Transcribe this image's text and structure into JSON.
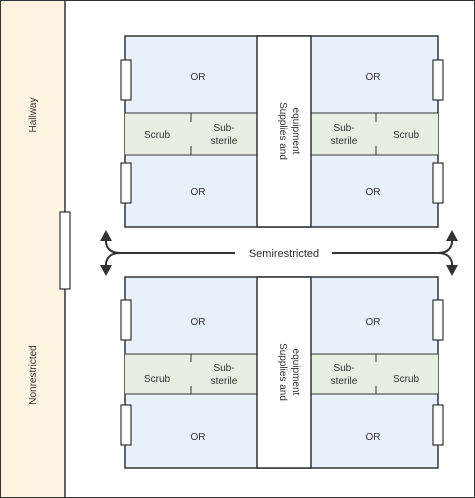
{
  "labels": {
    "hallway": "Hallway",
    "nonrestricted": "Nonrestricted",
    "semirestricted": "Semirestricted"
  },
  "rooms": {
    "or": "OR",
    "scrub": "Scrub",
    "substerile_line1": "Sub-",
    "substerile_line2": "sterile",
    "supplies_line1": "Supplies and",
    "supplies_line2": "equipment"
  },
  "colors": {
    "hallway_fill": "#fdf3e1",
    "or_fill": "#e8f0fa",
    "scrub_fill": "#e6efe2",
    "corridor_fill": "#ffffff",
    "wall_stroke": "#333333"
  }
}
